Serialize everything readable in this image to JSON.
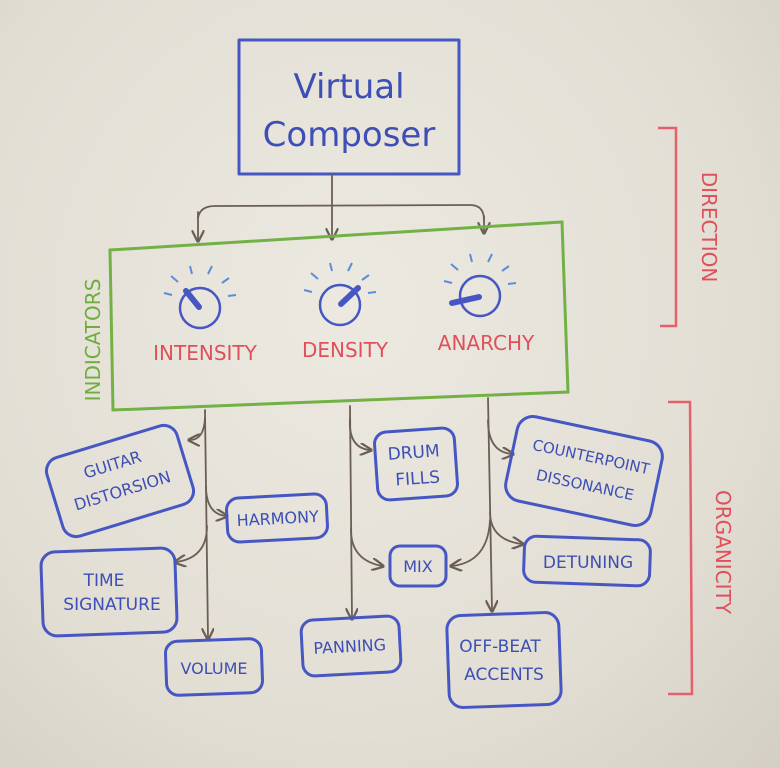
{
  "composer": {
    "line1": "Virtual",
    "line2": "Composer"
  },
  "indicators_label": "INDICATORS",
  "direction_label": "DIRECTION",
  "organicity_label": "ORGANICITY",
  "knobs": [
    {
      "label": "INTENSITY"
    },
    {
      "label": "DENSITY"
    },
    {
      "label": "ANARCHY"
    }
  ],
  "outputs": {
    "guitar_distorsion": [
      "GUITAR",
      "DISTORSION"
    ],
    "harmony": "HARMONY",
    "time_signature": [
      "TIME",
      "SIGNATURE"
    ],
    "volume": "VOLUME",
    "drum_fills": [
      "DRUM",
      "FILLS"
    ],
    "mix": "MIX",
    "panning": "PANNING",
    "counterpoint_dissonance": [
      "COUNTERPOINT",
      "DISSONANCE"
    ],
    "detuning": "DETUNING",
    "off_beat_accents": [
      "OFF-BEAT",
      "ACCENTS"
    ]
  },
  "colors": {
    "blue": "#4657c4",
    "green": "#72b145",
    "red": "#e0505a",
    "arrow": "#6b5f55"
  }
}
